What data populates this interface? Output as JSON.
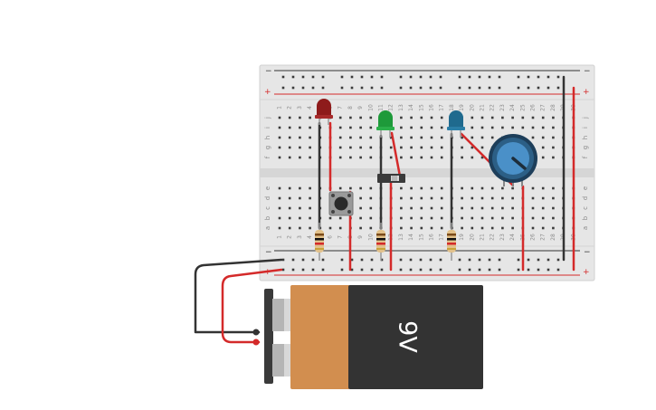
{
  "breadboard": {
    "rail_minus": "−",
    "rail_plus": "+",
    "rows_top": [
      "j",
      "i",
      "h",
      "g",
      "f"
    ],
    "rows_bottom": [
      "e",
      "d",
      "c",
      "b",
      "a"
    ],
    "columns": [
      "1",
      "2",
      "3",
      "4",
      "5",
      "6",
      "7",
      "8",
      "9",
      "10",
      "11",
      "12",
      "13",
      "14",
      "15",
      "16",
      "17",
      "18",
      "19",
      "20",
      "21",
      "22",
      "23",
      "24",
      "25",
      "26",
      "27",
      "28",
      "29",
      "30"
    ]
  },
  "battery": {
    "label": "9V",
    "body_color": "#333333",
    "cap_color": "#d28e4f"
  },
  "components": {
    "led_red": "#8e1b1b",
    "led_green": "#1e9a3a",
    "led_blue": "#1f6a8e",
    "potentiometer_knob": "#4a90c8",
    "wire_red": "#d42a2a",
    "wire_black": "#333333"
  }
}
